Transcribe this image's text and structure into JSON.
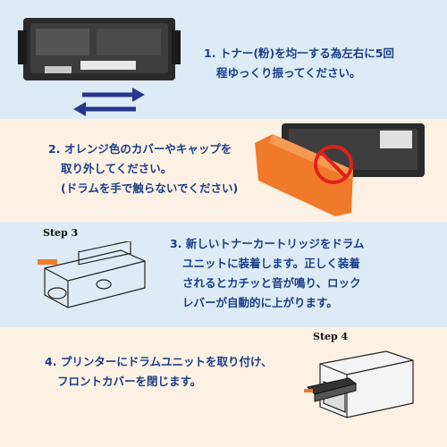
{
  "steps": [
    {
      "number": "1.",
      "lines": [
        "トナー(粉)を均一する為左右に5回",
        "程ゆっくり振ってください。"
      ]
    },
    {
      "number": "2.",
      "lines": [
        "オレンジ色のカバーやキャップを",
        "取り外してください。",
        "(ドラムを手で触らないでください)"
      ]
    },
    {
      "number": "3.",
      "lines": [
        "新しいトナーカートリッジをドラム",
        "ユニットに装着します。正しく装着",
        "されるとカチッと音が鳴り、ロック",
        "レバーが自動的に上がります。"
      ]
    },
    {
      "number": "4.",
      "lines": [
        "プリンターにドラムユニットを取り付け、",
        "フロントカバーを閉じます。"
      ]
    }
  ],
  "step_labels": {
    "step3": "Step 3",
    "step4": "Step 4"
  },
  "colors": {
    "text": "#1c3d8a",
    "band_blue": "#dcebf5",
    "band_cream": "#fdf1e3",
    "orange": "#f07a2a",
    "arrow": "#27368c"
  }
}
